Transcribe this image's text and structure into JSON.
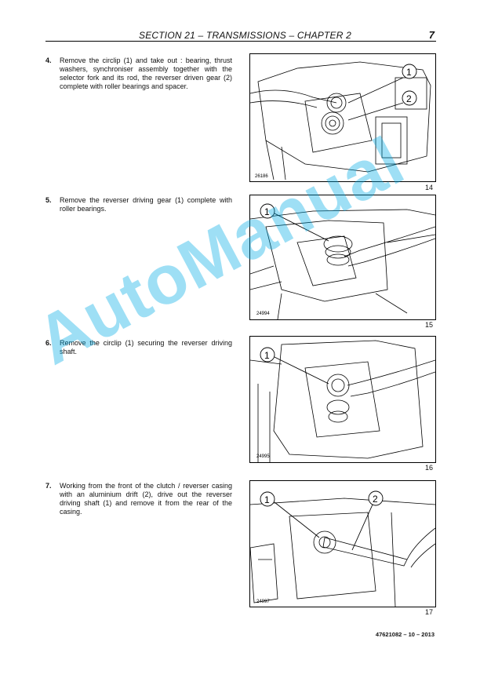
{
  "header": {
    "title": "SECTION 21 – TRANSMISSIONS – CHAPTER 2",
    "page_number": "7"
  },
  "steps": [
    {
      "number": "4.",
      "text": "Remove the circlip (1) and take out : bearing, thrust washers, synchroniser assembly together with the selector fork and its rod, the reverser driven gear (2) complete with roller bearings and spacer.",
      "figure": {
        "code": "26186",
        "number": "14",
        "callouts": [
          "1",
          "2"
        ]
      }
    },
    {
      "number": "5.",
      "text": "Remove the reverser driving gear (1) complete with roller bearings.",
      "figure": {
        "code": "24994",
        "number": "15",
        "callouts": [
          "1"
        ]
      }
    },
    {
      "number": "6.",
      "text": "Remove the circlip (1) securing the reverser driving shaft.",
      "figure": {
        "code": "24995",
        "number": "16",
        "callouts": [
          "1"
        ]
      }
    },
    {
      "number": "7.",
      "text": "Working from the front of the clutch / reverser casing with an aluminium drift (2), drive out the reverser driving shaft (1) and remove it from the rear of the casing.",
      "figure": {
        "code": "24997",
        "number": "17",
        "callouts": [
          "1",
          "2"
        ]
      }
    }
  ],
  "watermark": "AutoManual",
  "footer": {
    "doc_code": "47621082 – 10 – 2013"
  }
}
